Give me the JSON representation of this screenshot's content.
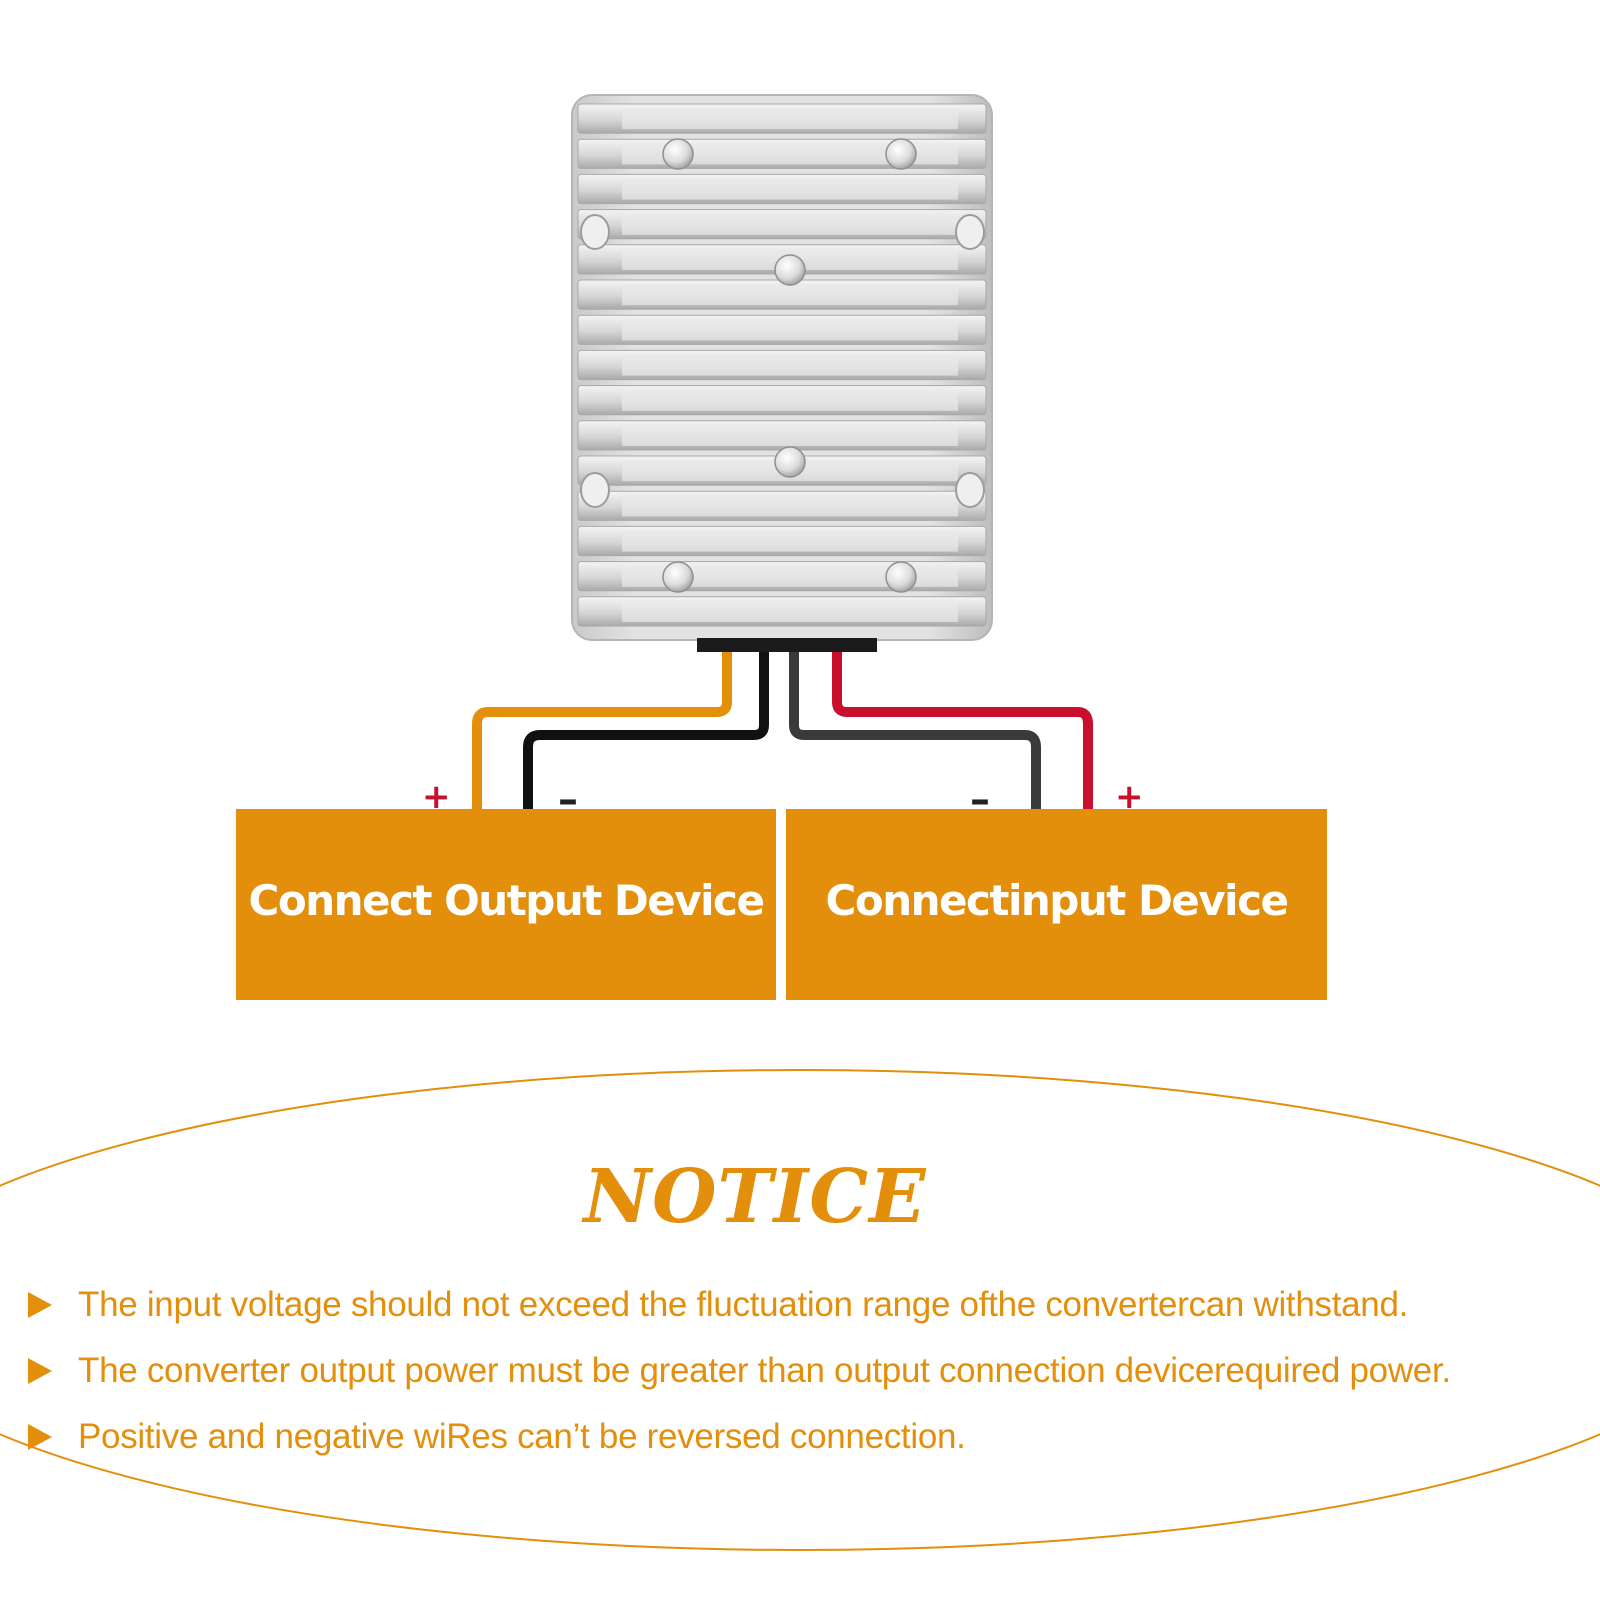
{
  "diagram": {
    "output_device_label": "Connect Output Device",
    "input_device_label": "Connectinput Device",
    "output_plus": "+",
    "output_minus": "–",
    "input_minus": "–",
    "input_plus": "+"
  },
  "notice": {
    "title": "NOTICE",
    "items": [
      "The input voltage should not exceed the fluctuation range ofthe convertercan withstand.",
      "The converter output power must be greater than output connection devicerequired power.",
      "Positive and negative wiRes can’t be reversed connection."
    ]
  },
  "colors": {
    "accent": "#e38f0b",
    "wire_red": "#c8102e",
    "wire_black": "#111111",
    "wire_gray": "#3a3a3a",
    "housing": "#d4d4d4"
  },
  "icons": [
    "triangle-bullet-icon",
    "converter-module-icon"
  ]
}
